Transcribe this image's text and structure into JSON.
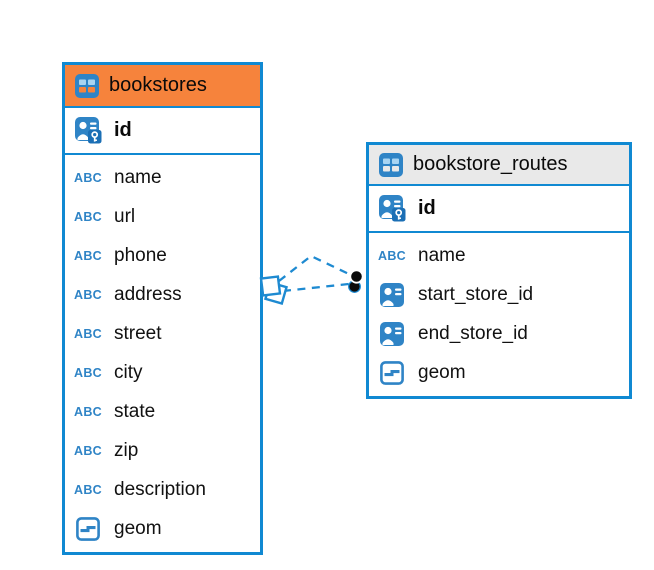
{
  "tables": [
    {
      "name": "bookstores",
      "header_color": "#F6833C",
      "primary_key": "id",
      "columns": [
        {
          "name": "name",
          "icon": "text-type-icon"
        },
        {
          "name": "url",
          "icon": "text-type-icon"
        },
        {
          "name": "phone",
          "icon": "text-type-icon"
        },
        {
          "name": "address",
          "icon": "text-type-icon"
        },
        {
          "name": "street",
          "icon": "text-type-icon"
        },
        {
          "name": "city",
          "icon": "text-type-icon"
        },
        {
          "name": "state",
          "icon": "text-type-icon"
        },
        {
          "name": "zip",
          "icon": "text-type-icon"
        },
        {
          "name": "description",
          "icon": "text-type-icon"
        },
        {
          "name": "geom",
          "icon": "geometry-type-icon"
        }
      ]
    },
    {
      "name": "bookstore_routes",
      "header_color": "#E9E9E9",
      "primary_key": "id",
      "columns": [
        {
          "name": "name",
          "icon": "text-type-icon"
        },
        {
          "name": "start_store_id",
          "icon": "reference-type-icon"
        },
        {
          "name": "end_store_id",
          "icon": "reference-type-icon"
        },
        {
          "name": "geom",
          "icon": "geometry-type-icon"
        }
      ]
    }
  ],
  "relationship": {
    "from_table": "bookstores",
    "to_table": "bookstore_routes",
    "line_style": "dashed",
    "from_marker": "stacked-squares",
    "to_marker": "double-black-dot"
  },
  "icons": {
    "text_type_label": "ABC"
  },
  "colors": {
    "table_border": "#1089D2",
    "bookstores_header": "#F6833C",
    "routes_header": "#E9E9E9",
    "connector": "#1E8AD1",
    "icon_blue": "#2F84C6",
    "icon_cell_light": "#A8D4F2",
    "key_badge_blue": "#1B6FB5",
    "text": "#0A0A0A"
  }
}
